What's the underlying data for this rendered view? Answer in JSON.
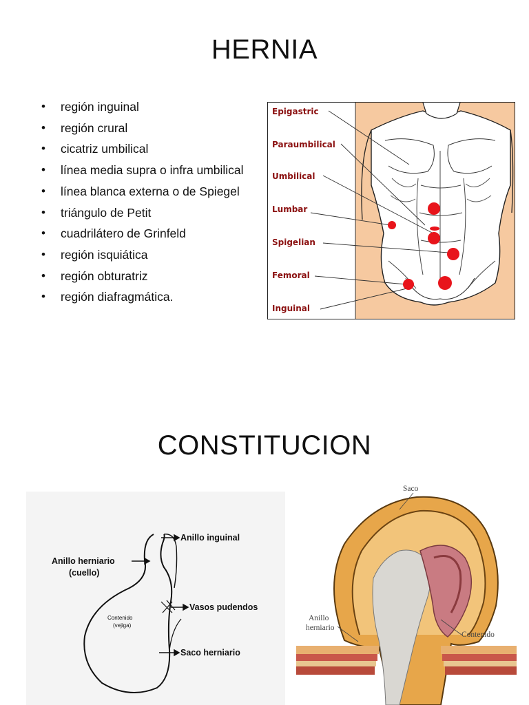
{
  "slide1": {
    "title": "HERNIA",
    "bullets": [
      "región inguinal",
      "región crural",
      "cicatriz umbilical",
      "línea media supra o infra umbilical",
      "línea blanca externa o de Spiegel",
      "triángulo de Petit",
      "cuadrilátero de Grinfeld",
      "región isquiática",
      "región obturatriz",
      "región diafragmática."
    ],
    "figure_labels": {
      "epigastric": "Epigastric",
      "paraumbilical": "Paraumbilical",
      "umbilical": "Umbilical",
      "lumbar": "Lumbar",
      "spigelian": "Spigelian",
      "femoral": "Femoral",
      "inguinal": "Inguinal"
    }
  },
  "slide2": {
    "title": "CONSTITUCION",
    "diagram_labels": {
      "anillo_inguinal": "Anillo inguinal",
      "anillo_herniario_1": "Anillo herniario",
      "anillo_herniario_2": "(cuello)",
      "contenido_1": "Contenido",
      "contenido_2": "(vejiga)",
      "vasos": "Vasos pudendos",
      "saco": "Saco herniario"
    },
    "illustration_labels": {
      "saco": "Saco",
      "anillo_1": "Anillo",
      "anillo_2": "herniario",
      "contenido": "Contenido"
    }
  },
  "colors": {
    "skin": "#f6c9a0",
    "hernia_dot": "#e8141b",
    "label_red": "#8b1010"
  }
}
